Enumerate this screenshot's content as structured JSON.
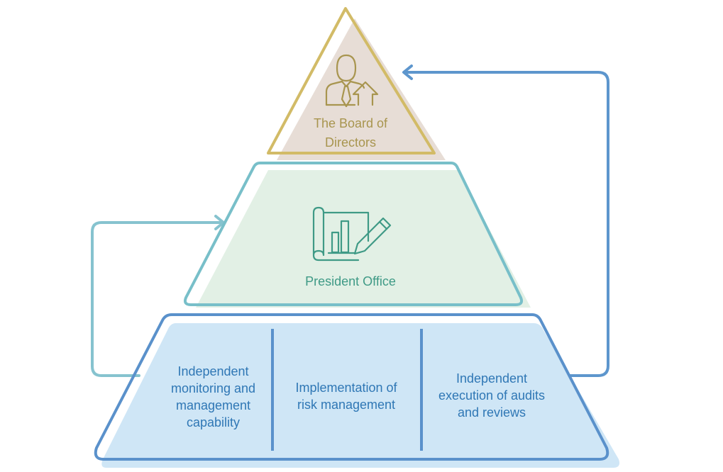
{
  "tiers": {
    "top": {
      "label": "The Board of\nDirectors",
      "icon": "businessman-upload-icon",
      "fill": "#e7ddd6",
      "stroke": "#d2bb67",
      "text_color": "#a8954f"
    },
    "middle": {
      "label": "President Office",
      "icon": "blueprint-chart-pencil-icon",
      "fill": "#e2f0e5",
      "stroke": "#78bfc9",
      "text_color": "#3f9a86"
    },
    "bottom": {
      "fill": "#cfe6f6",
      "stroke": "#5a91cb",
      "text_color": "#2f77b5",
      "sections": [
        {
          "label": "Independent\nmonitoring and\nmanagement\ncapability"
        },
        {
          "label": "Implementation of\nrisk management"
        },
        {
          "label": "Independent\nexecution of audits\nand reviews"
        }
      ]
    }
  },
  "connectors": {
    "left_color": "#86c3cf",
    "right_color": "#5d96cd"
  }
}
